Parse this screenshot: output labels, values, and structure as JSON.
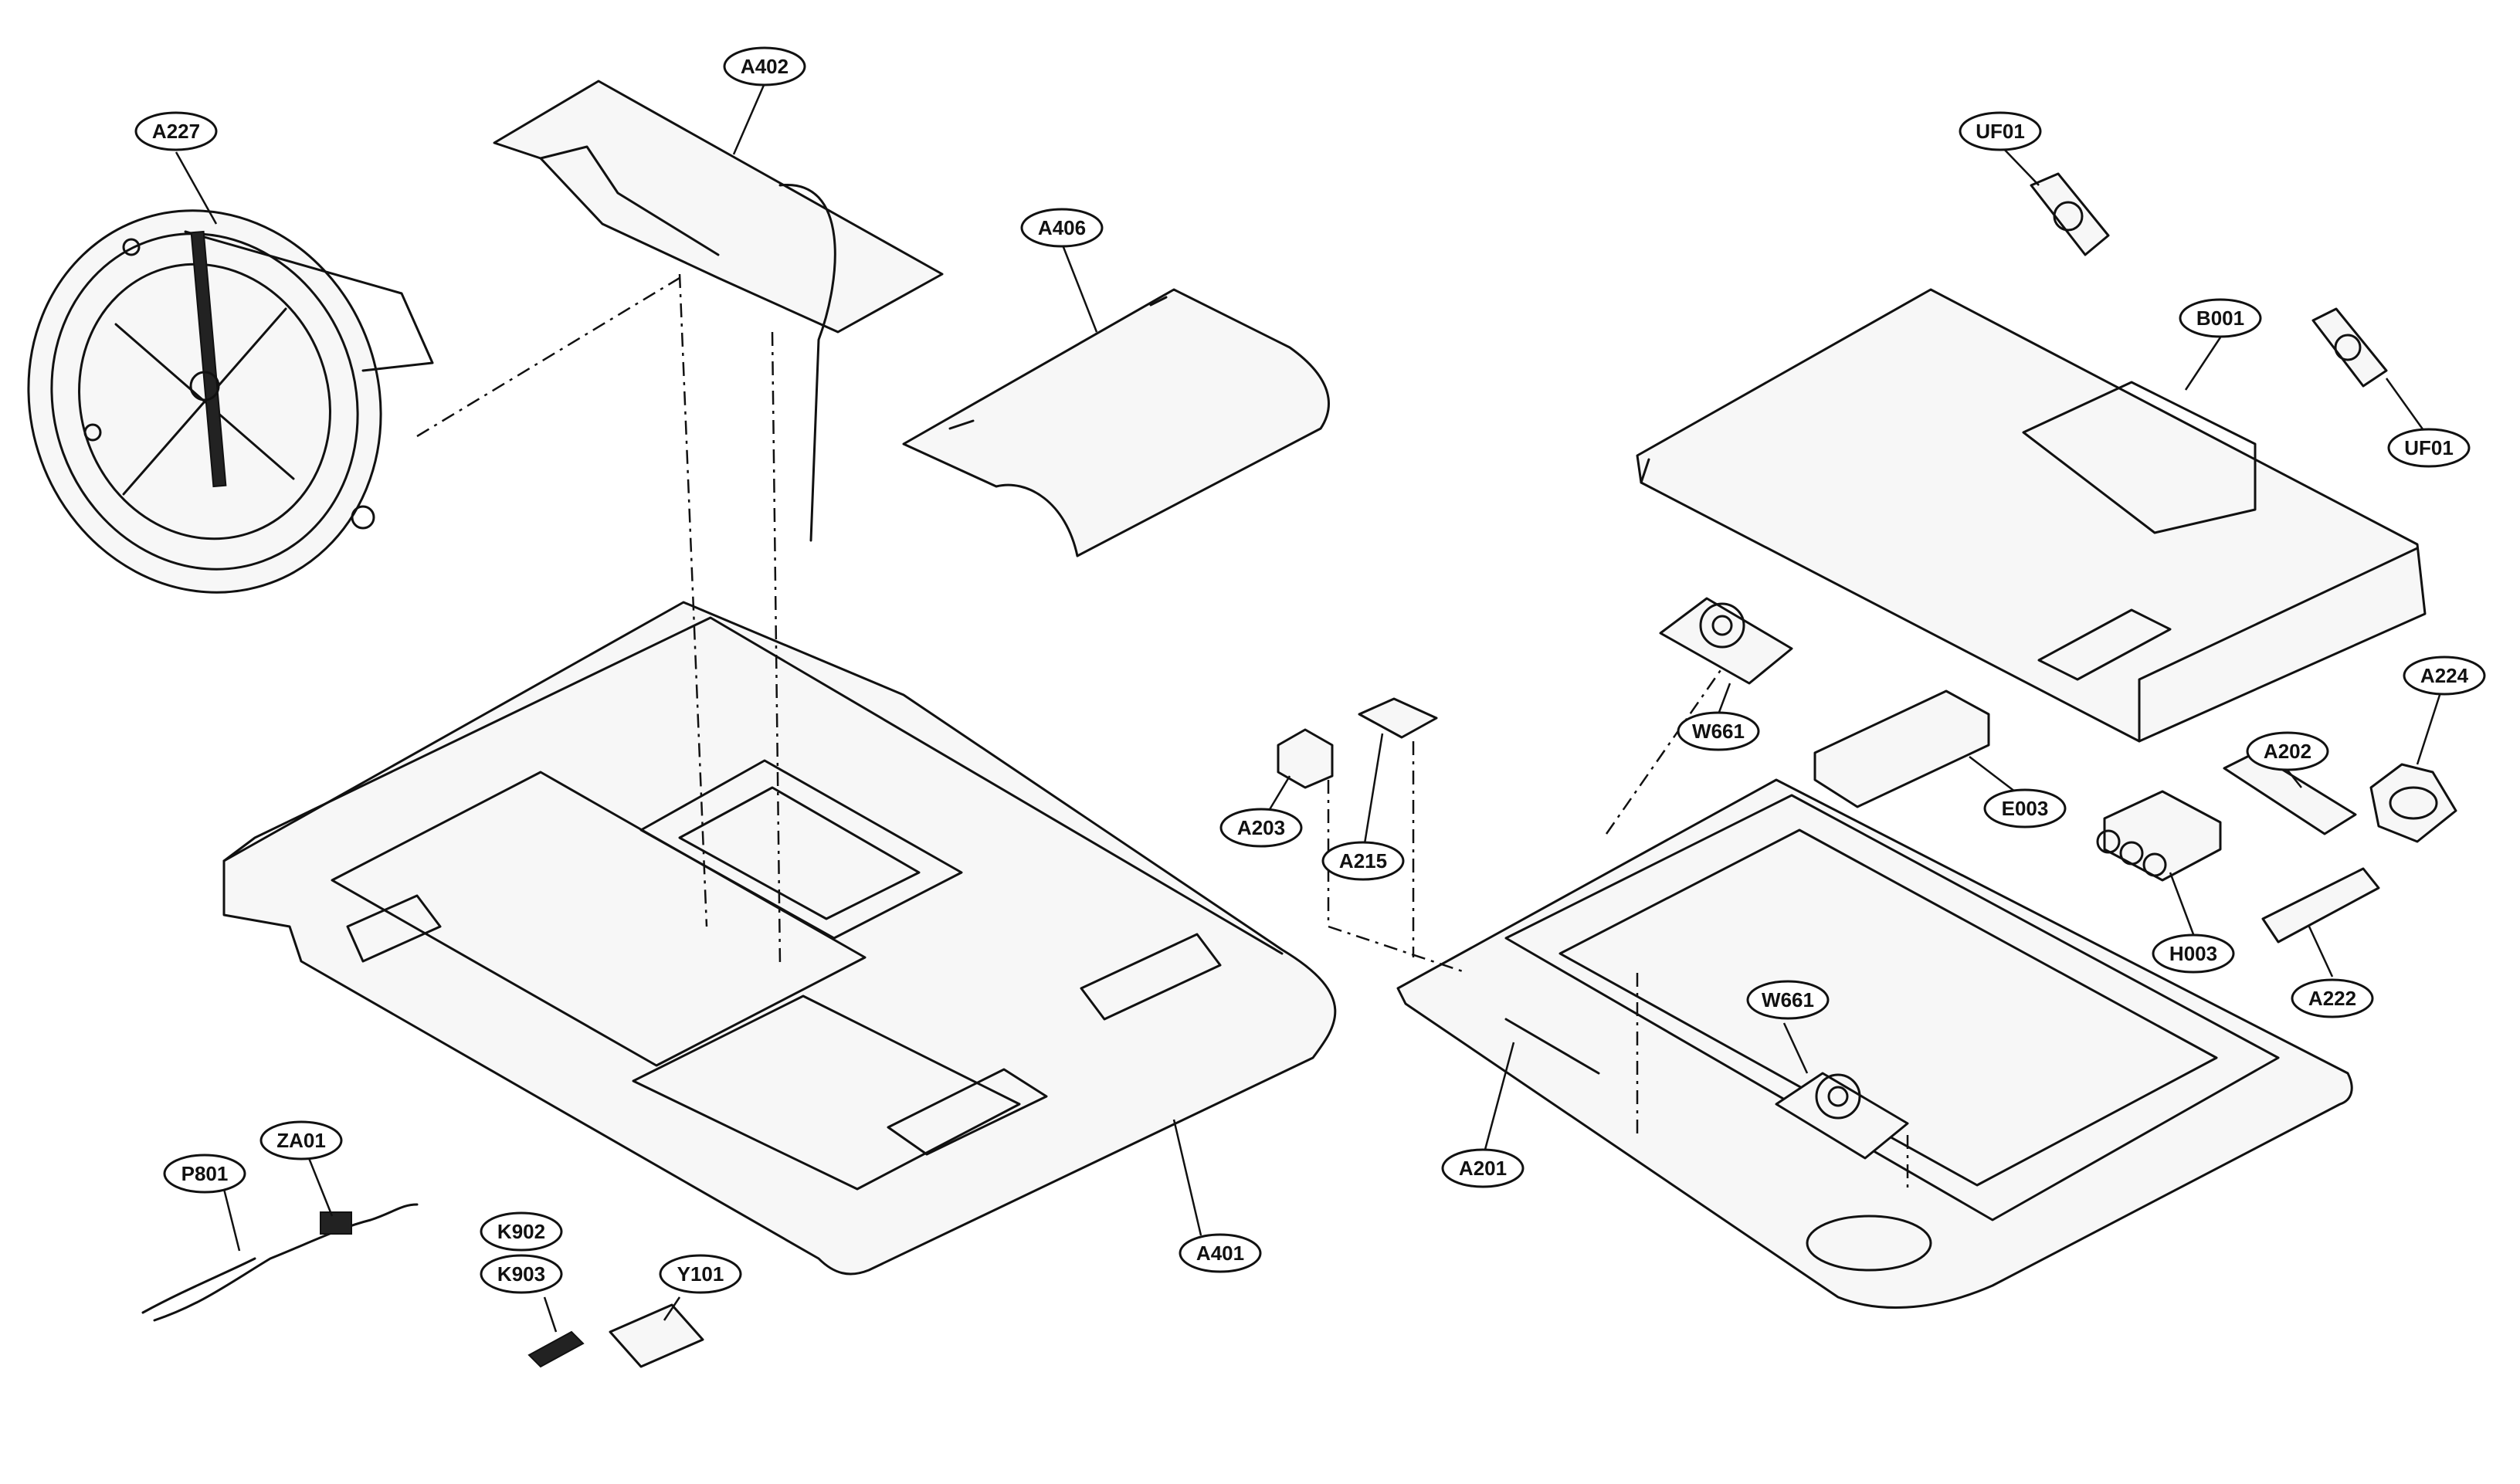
{
  "labels": {
    "A227": "A227",
    "A402": "A402",
    "A406": "A406",
    "UF01_top": "UF01",
    "B001": "B001",
    "UF01_right": "UF01",
    "A224": "A224",
    "A202": "A202",
    "W661_top": "W661",
    "E003": "E003",
    "A203": "A203",
    "A215": "A215",
    "H003": "H003",
    "A222": "A222",
    "W661_bottom": "W661",
    "A201": "A201",
    "A401": "A401",
    "P801": "P801",
    "ZA01": "ZA01",
    "K902": "K902",
    "K903": "K903",
    "Y101": "Y101"
  }
}
